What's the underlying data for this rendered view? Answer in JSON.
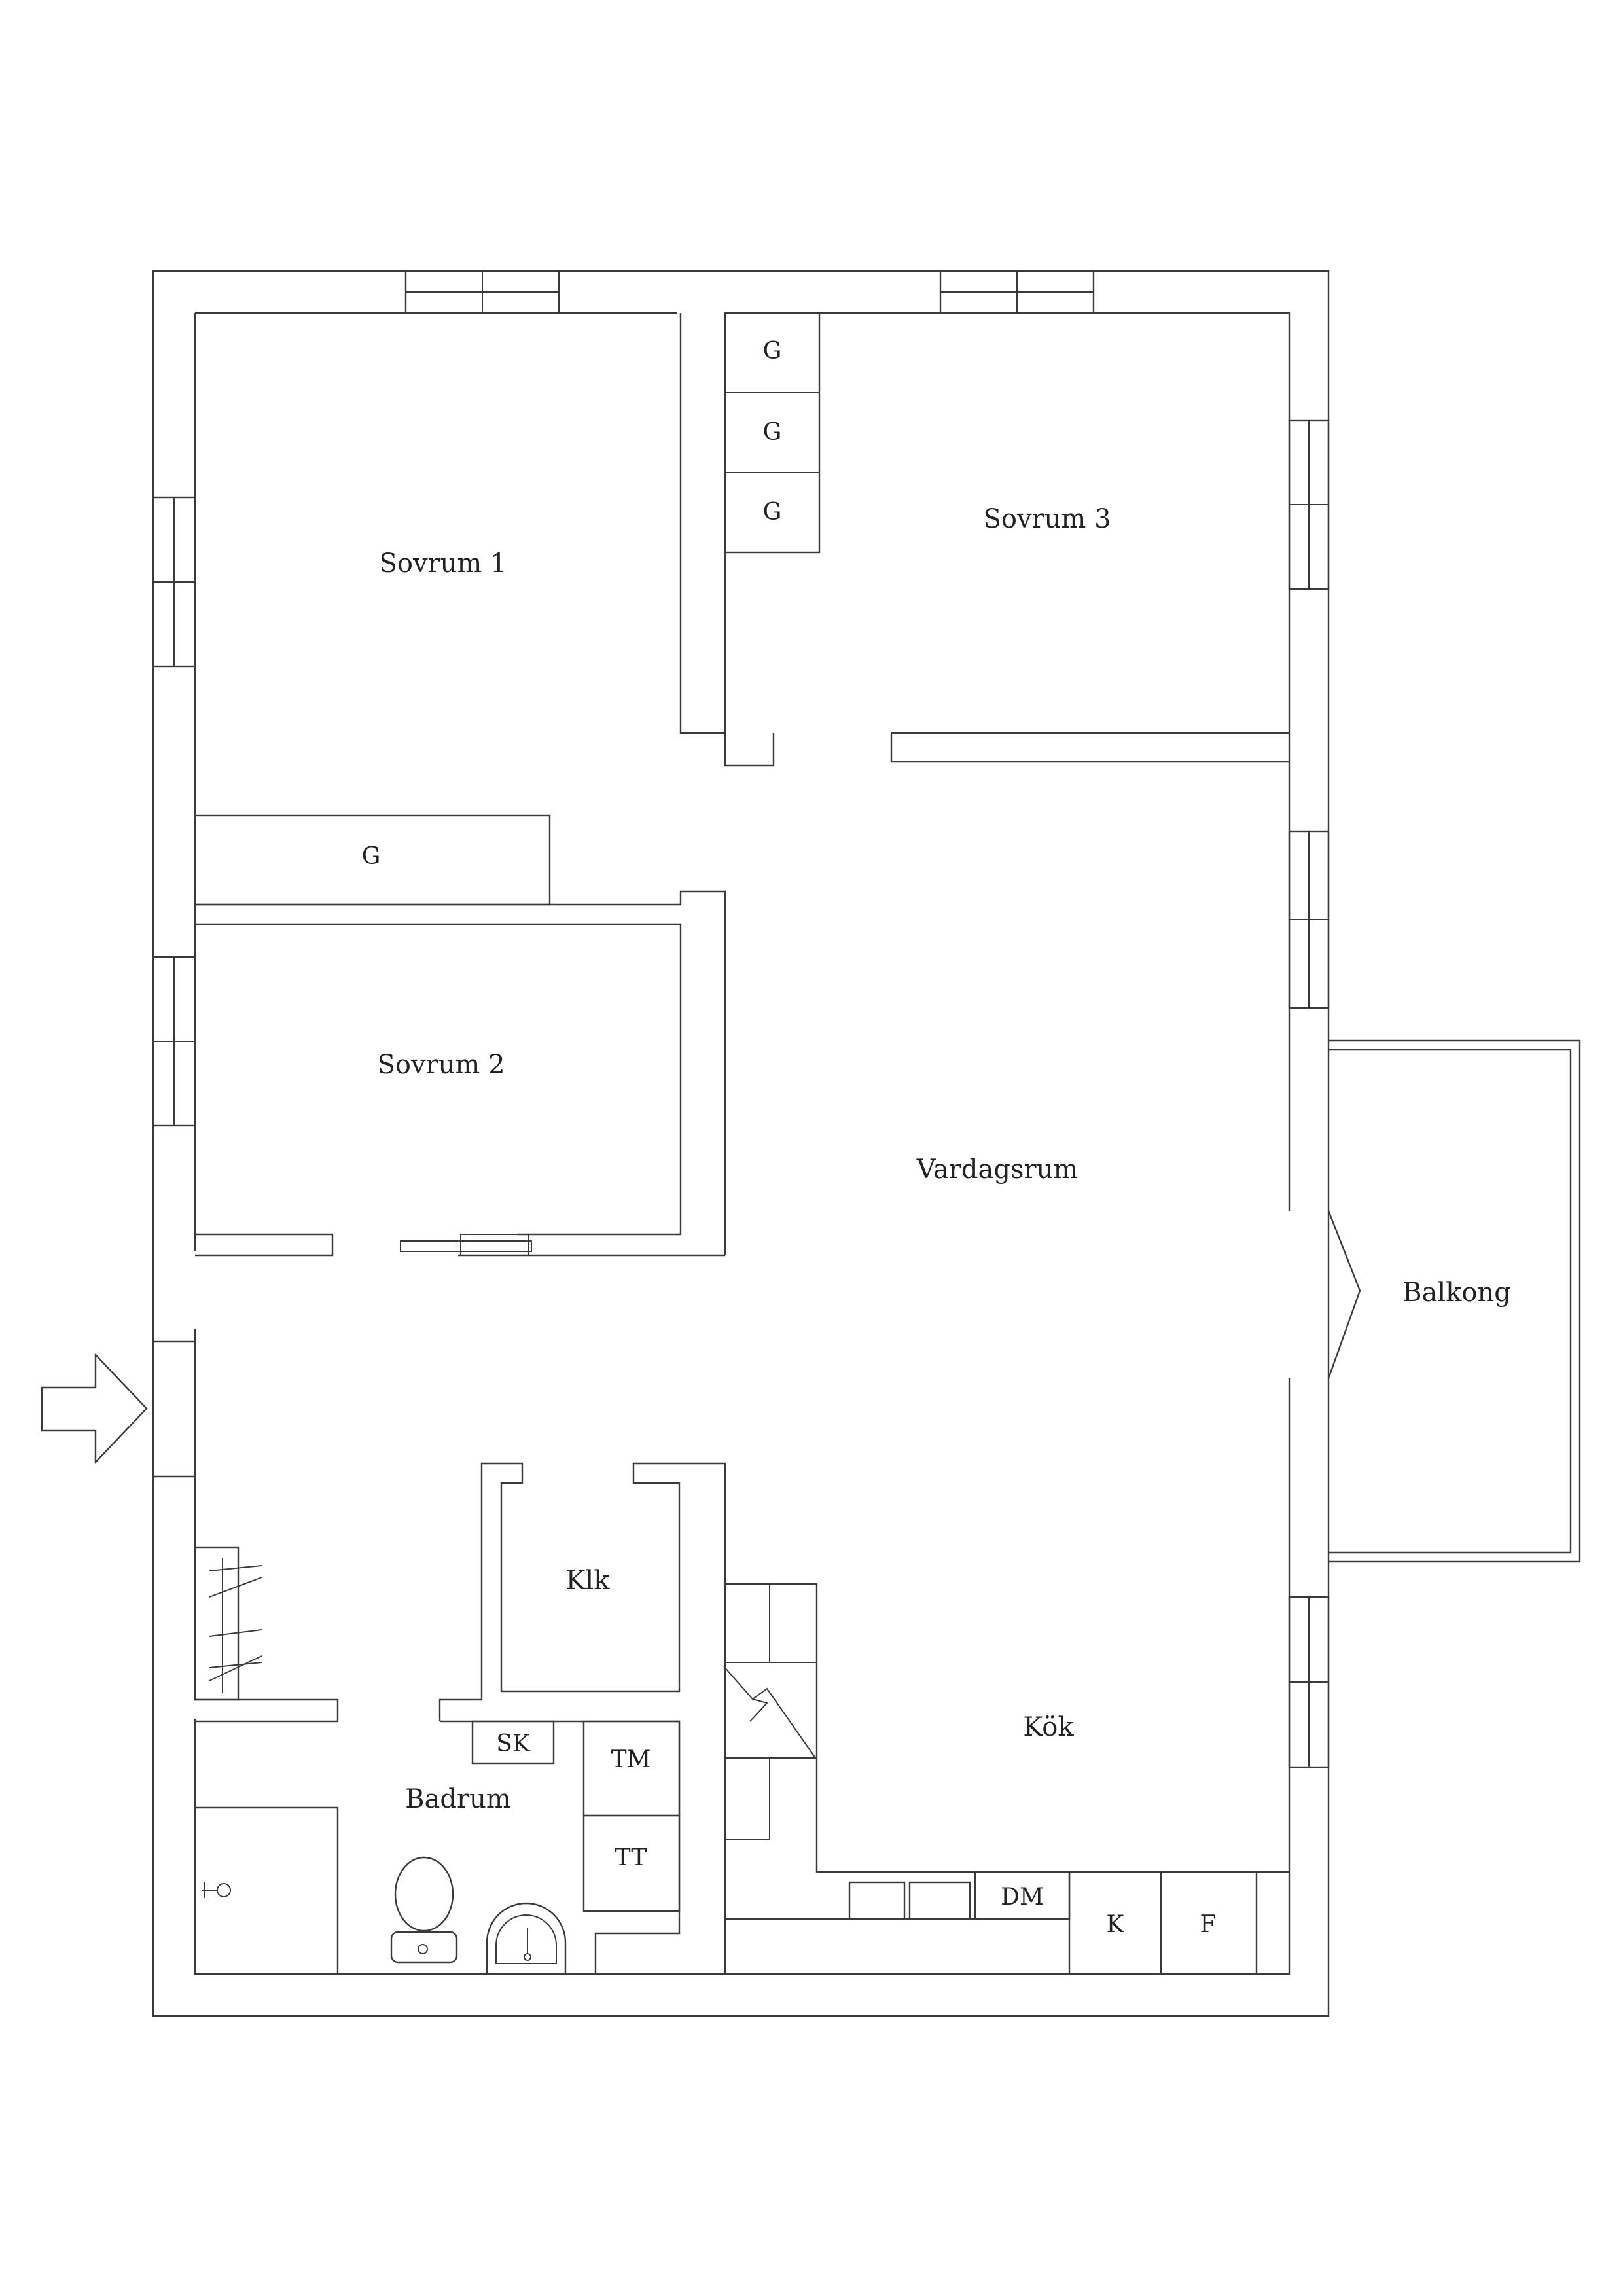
{
  "rooms": {
    "sovrum1": "Sovrum 1",
    "sovrum2": "Sovrum 2",
    "sovrum3": "Sovrum 3",
    "vardagsrum": "Vardagsrum",
    "balkong": "Balkong",
    "klk": "Klk",
    "badrum": "Badrum",
    "kok": "Kök"
  },
  "fixtures": {
    "wardrobe": "G",
    "sk": "SK",
    "tm": "TM",
    "tt": "TT",
    "dm": "DM",
    "k": "K",
    "f": "F"
  }
}
